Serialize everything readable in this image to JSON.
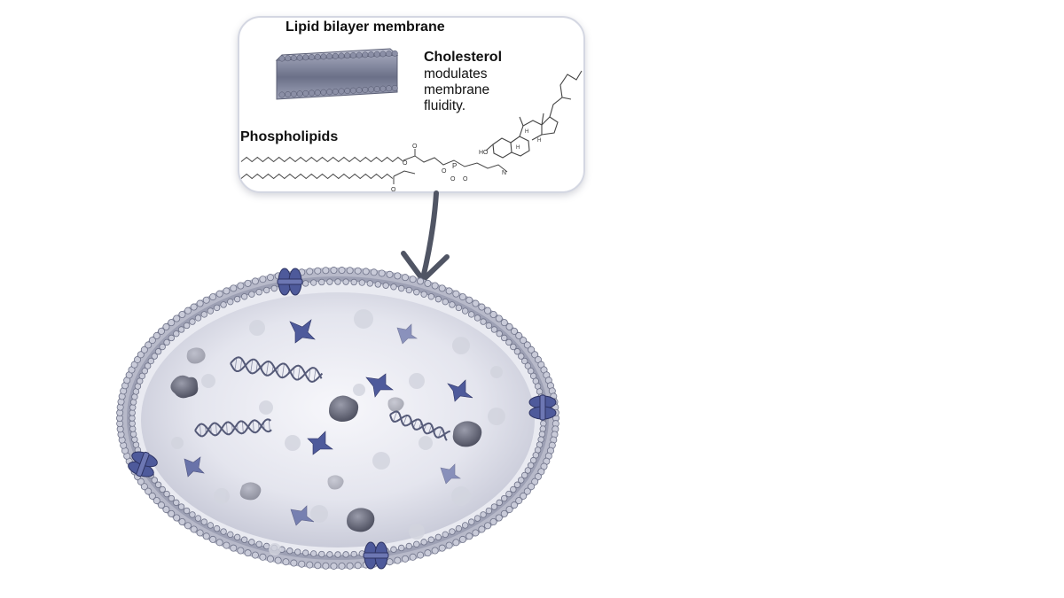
{
  "callout": {
    "title": "Lipid bilayer membrane",
    "cholesterol_title": "Cholesterol",
    "cholesterol_desc": "modulates membrane fluidity.",
    "phospholipids_title": "Phospholipids",
    "atom_labels": [
      "O",
      "O",
      "O",
      "O",
      "P",
      "O",
      "O",
      "N",
      "HO",
      "H",
      "H",
      "H"
    ]
  },
  "colors": {
    "membrane_head": "#c9cbd9",
    "membrane_head_stroke": "#6f7389",
    "protein": "#4e5a9b",
    "dna": "#555a78",
    "arrow": "#505564",
    "cell_interior": "#e8e9f1"
  },
  "icons": [
    "bilayer-slab-icon",
    "cholesterol-structure-icon",
    "phospholipid-structure-icon",
    "arrow-down-icon",
    "cell-icon",
    "dna-helix-icon",
    "membrane-protein-icon"
  ]
}
